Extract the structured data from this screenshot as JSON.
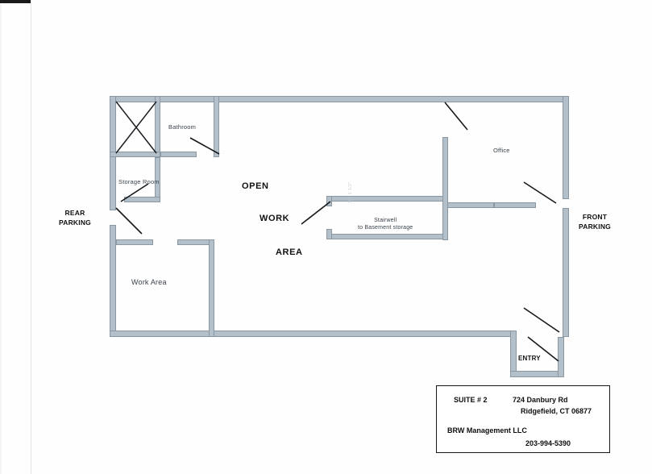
{
  "document": {
    "type": "floor-plan",
    "sheet_background": "#fefefe",
    "wall_fill": "#b4c0c9",
    "wall_outline": "#8a98a4"
  },
  "rooms": [
    {
      "name": "bathroom",
      "label": "Bathroom"
    },
    {
      "name": "storage-room",
      "label": "Storage Room"
    },
    {
      "name": "work-area",
      "label": "Work  Area"
    },
    {
      "name": "office",
      "label": "Office"
    }
  ],
  "open_area": {
    "line1": "OPEN",
    "line2": "WORK",
    "line3": "AREA"
  },
  "stairwell": {
    "line1": "Stairwell",
    "line2": "to Basement storage"
  },
  "entry": {
    "label": "ENTRY"
  },
  "exterior": {
    "rear": {
      "line1": "REAR",
      "line2": "PARKING"
    },
    "front": {
      "line1": "FRONT",
      "line2": "PARKING"
    }
  },
  "title_block": {
    "suite": "SUITE # 2",
    "address_line1": "724 Danbury Rd",
    "address_line2": "Ridgefield, CT  06877",
    "company": "BRW Management LLC",
    "phone": "203-994-5390"
  }
}
